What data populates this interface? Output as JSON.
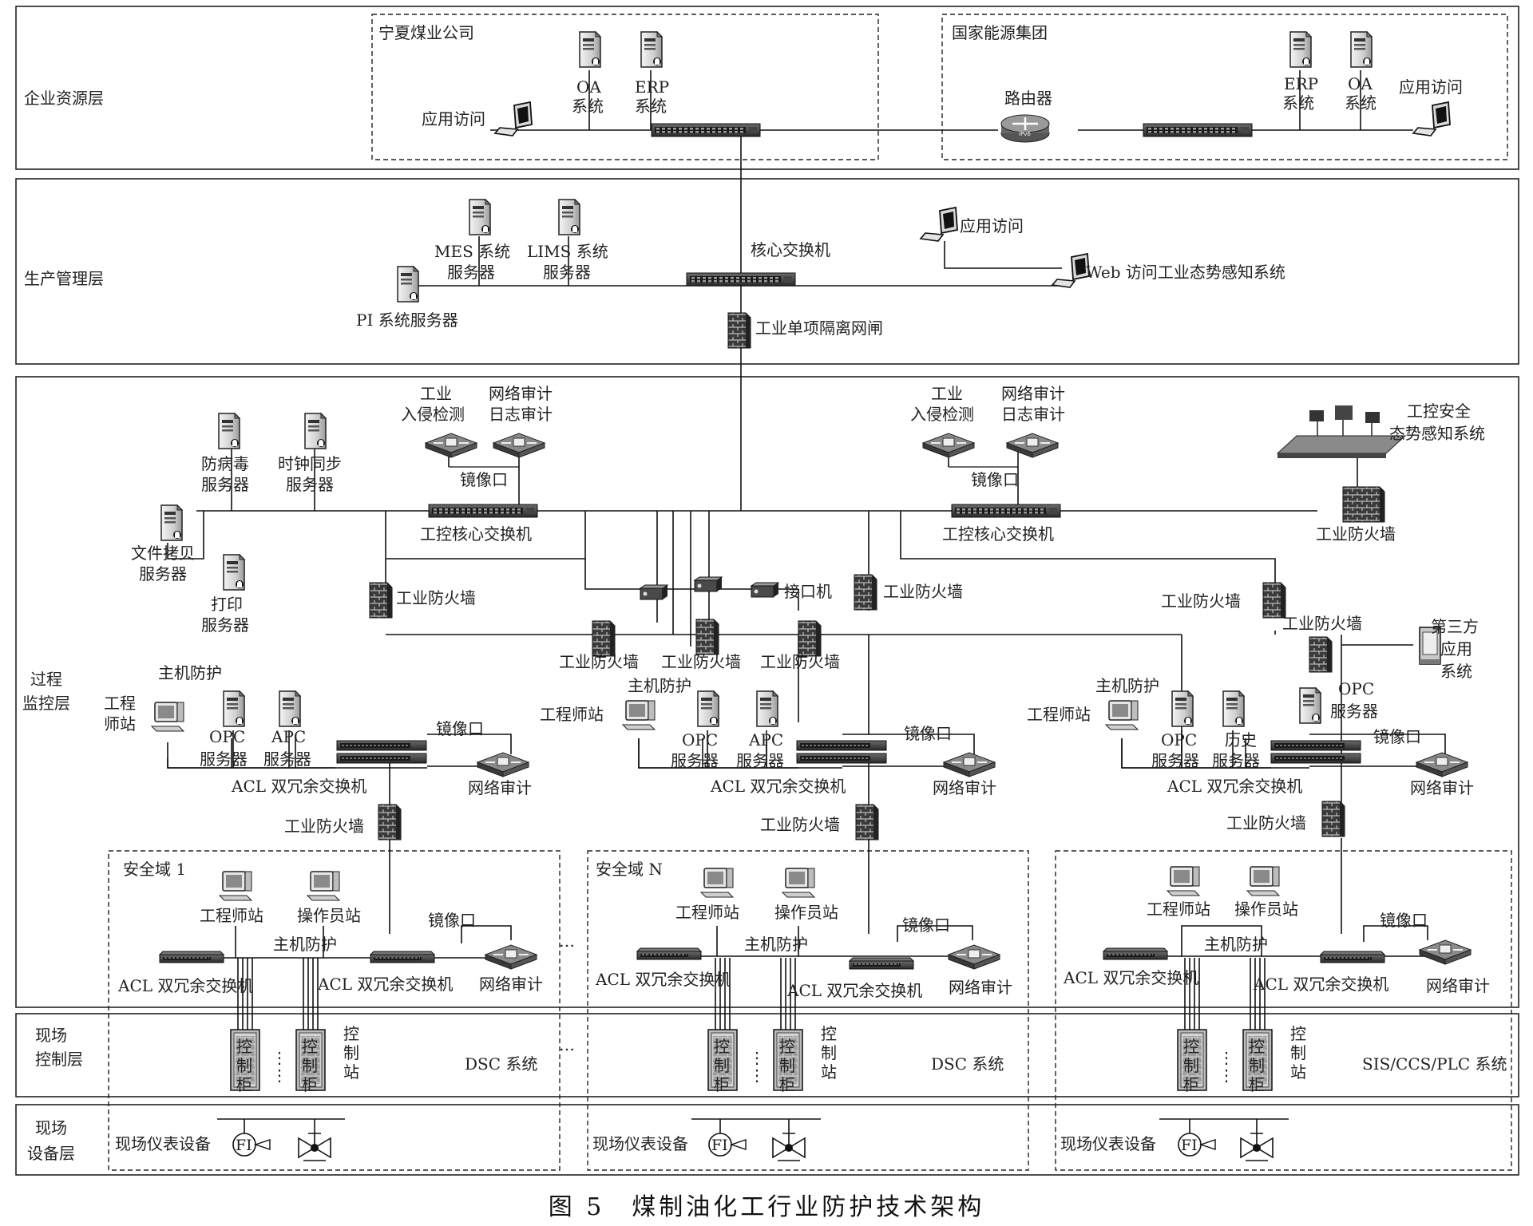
{
  "layers": {
    "enterprise": "企业资源层",
    "production": "生产管理层",
    "process": [
      "过程",
      "监控层"
    ],
    "field_control": [
      "现场",
      "控制层"
    ],
    "field_device": [
      "现场",
      "设备层"
    ]
  },
  "zones": {
    "ningxia": "宁夏煤业公司",
    "guoneng": "国家能源集团",
    "sec1": "安全域 1",
    "secN": "安全域 N"
  },
  "enterprise": {
    "oa": [
      "OA",
      "系统"
    ],
    "erp": [
      "ERP",
      "系统"
    ],
    "app_access": "应用访问",
    "router": "路由器",
    "ipv6": "IPv6"
  },
  "production": {
    "mes": [
      "MES 系统",
      "服务器"
    ],
    "lims": [
      "LIMS 系统",
      "服务器"
    ],
    "pi": "PI 系统服务器",
    "core_switch": "核心交换机",
    "app_access": "应用访问",
    "web_access": "Web 访问工业态势感知系统",
    "gap": "工业单项隔离网闸"
  },
  "process": {
    "ids": [
      "工业",
      "入侵检测"
    ],
    "audit_log": [
      "网络审计",
      "日志审计"
    ],
    "mirror": "镜像口",
    "ics_core_switch": "工控核心交换机",
    "antivirus": [
      "防病毒",
      "服务器"
    ],
    "clock_sync": [
      "时钟同步",
      "服务器"
    ],
    "file_copy": [
      "文件拷贝",
      "服务器"
    ],
    "print": [
      "打印",
      "服务器"
    ],
    "firewall": "工业防火墙",
    "interface_machine": "接口机",
    "ics_situation": [
      "工控安全",
      "态势感知系统"
    ],
    "third_party": [
      "第三方",
      "应用",
      "系统"
    ],
    "host_protect": "主机防护",
    "eng_station": "工程师站",
    "eng_station_split": [
      "工程",
      "师站"
    ],
    "operator_station": "操作员站",
    "opc_server": [
      "OPC",
      "服务器"
    ],
    "apc_server": [
      "APC",
      "服务器"
    ],
    "history_server": [
      "历史",
      "服务器"
    ],
    "acl_switch": "ACL 双冗余交换机",
    "net_audit": "网络审计",
    "ellipsis": "…"
  },
  "field": {
    "cabinet": [
      "控",
      "制",
      "柜"
    ],
    "station": [
      "控",
      "制",
      "站"
    ],
    "dots": "⋮",
    "dsc": "DSC 系统",
    "sis": "SIS/CCS/PLC 系统",
    "instrument": "现场仪表设备",
    "fi": "FI"
  },
  "caption": "图 5　煤制油化工行业防护技术架构",
  "icons": [
    "server-icon",
    "monitor-icon",
    "switch-icon",
    "router-icon",
    "firewall-icon",
    "ids-icon",
    "interface-machine-icon",
    "control-cabinet-icon",
    "flow-indicator-icon",
    "valve-icon"
  ]
}
